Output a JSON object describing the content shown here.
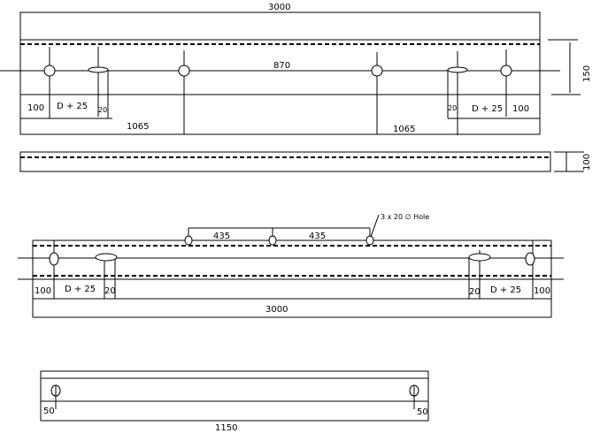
{
  "view1": {
    "length": "3000",
    "center": "870",
    "left_edge": "100",
    "left_slot": "D + 25",
    "left_slot_width": "20",
    "left_span": "1065",
    "right_slot_width": "20",
    "right_slot": "D + 25",
    "right_edge": "100",
    "right_span": "1065",
    "height": "150"
  },
  "view2": {
    "height": "100"
  },
  "view3": {
    "hole_note": "3 x 20 ∅ Hole",
    "spacing_1": "435",
    "spacing_2": "435",
    "left_edge": "100",
    "left_slot": "D + 25",
    "left_slot_width": "20",
    "right_slot_width": "20",
    "right_slot": "D + 25",
    "right_edge": "100",
    "length": "3000"
  },
  "view4": {
    "left_offset": "50",
    "right_offset": "50",
    "length": "1150"
  }
}
